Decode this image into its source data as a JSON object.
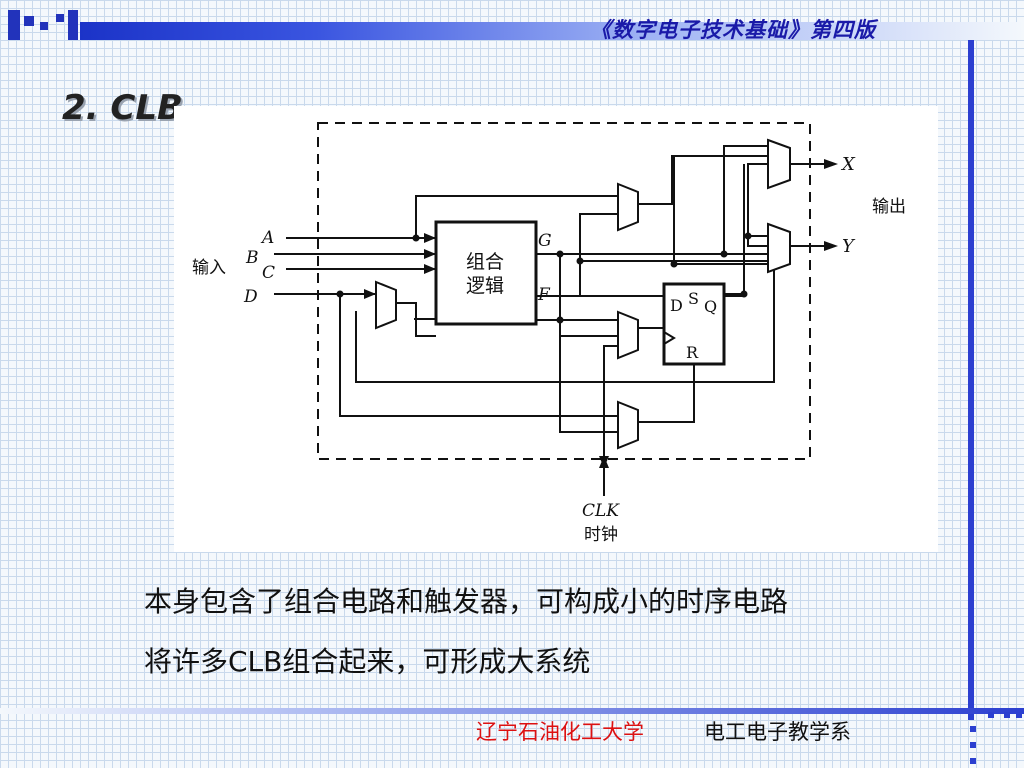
{
  "header": {
    "book_title": "《数字电子技术基础》第四版"
  },
  "slide": {
    "heading": "2. CLB",
    "lines": [
      "本身包含了组合电路和触发器，可构成小的时序电路",
      "将许多CLB组合起来，可形成大系统"
    ]
  },
  "diagram": {
    "inputs_label": "输入",
    "outputs_label": "输出",
    "input_signals": [
      "A",
      "B",
      "C",
      "D"
    ],
    "logic_block_label_line1": "组合",
    "logic_block_label_line2": "逻辑",
    "logic_outputs": [
      "G",
      "F"
    ],
    "flipflop_pins": {
      "d": "D",
      "s": "S",
      "q": "Q",
      "r": "R"
    },
    "outputs": [
      "X",
      "Y"
    ],
    "clock_label": "CLK",
    "clock_label_cn": "时钟"
  },
  "footer": {
    "school": "辽宁石油化工大学",
    "department": "电工电子教学系"
  }
}
